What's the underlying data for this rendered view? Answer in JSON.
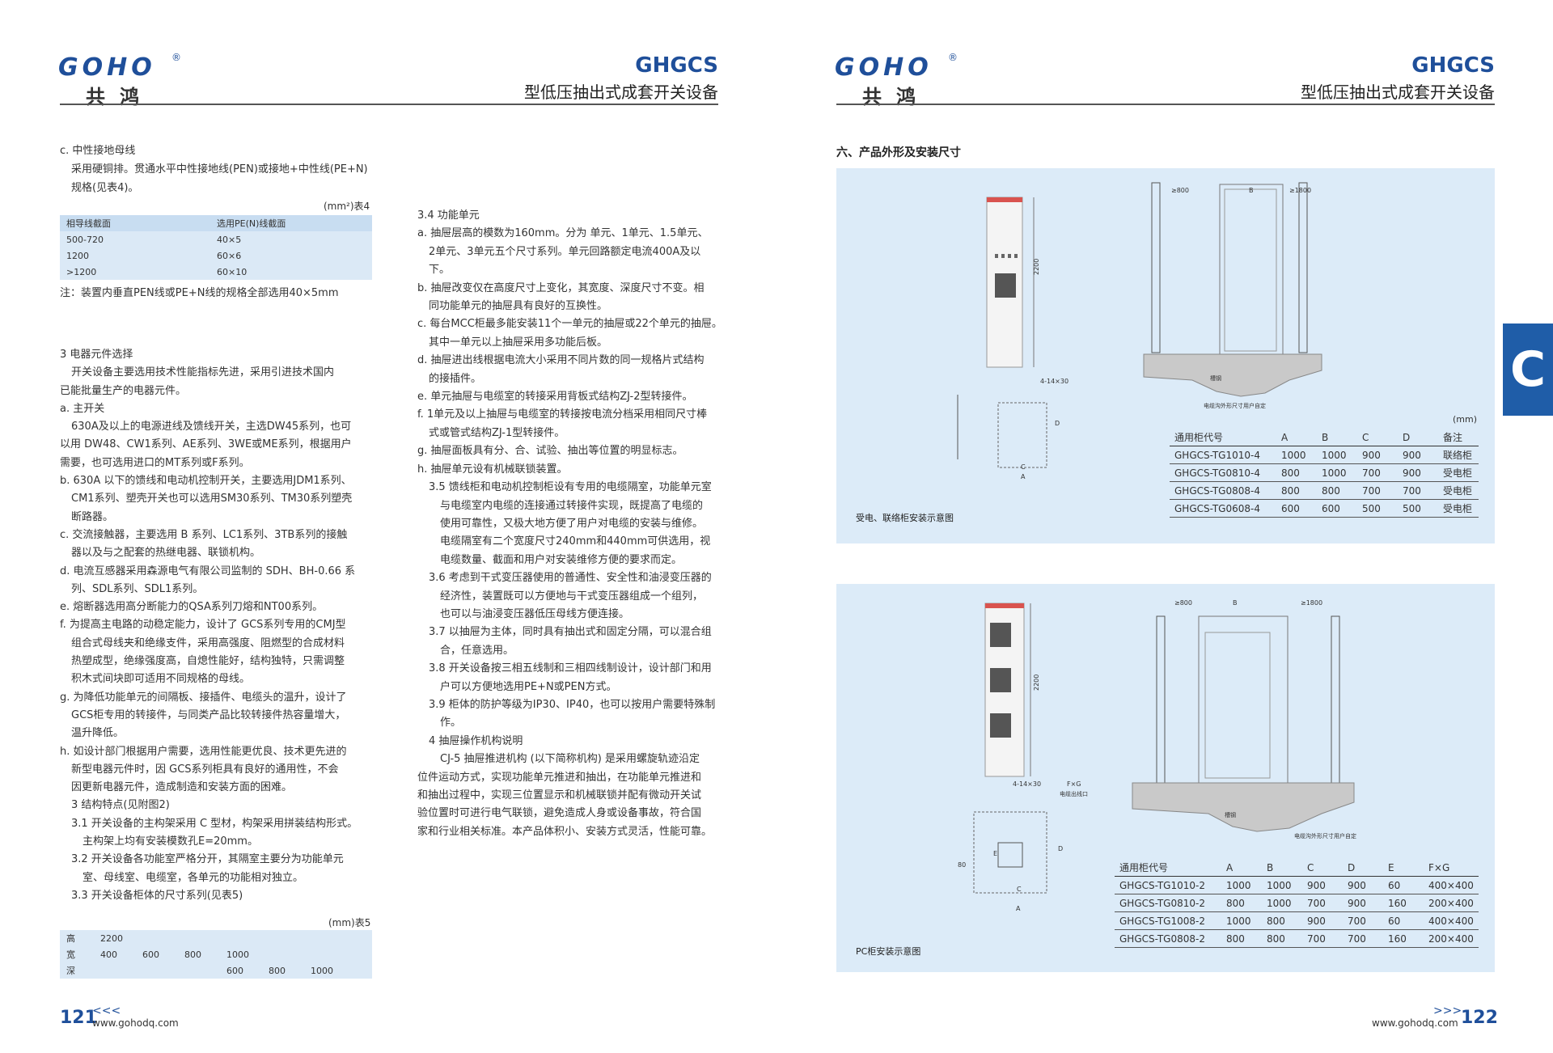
{
  "header_left": {
    "logo": "GOHO",
    "logo_mark": "®",
    "logo_cn": "共鸿",
    "brand": "GHGCS",
    "subtitle": "型低压抽出式成套开关设备"
  },
  "header_right": {
    "logo": "GOHO",
    "logo_mark": "®",
    "logo_cn": "共鸿",
    "brand": "GHGCS",
    "subtitle": "型低压抽出式成套开关设备"
  },
  "left_col": {
    "c_title": "c. 中性接地母线",
    "c_line1": "采用硬铜排。贯通水平中性接地线(PEN)或接地+中性线(PE+N)",
    "c_line2": "规格(见表4)。",
    "table4_unit": "(mm²)表4",
    "table4_header": [
      "相导线截面",
      "选用PE(N)线截面"
    ],
    "table4_rows": [
      [
        "500-720",
        "40×5"
      ],
      [
        "1200",
        "60×6"
      ],
      [
        ">1200",
        "60×10"
      ]
    ],
    "table4_note": "注：装置内垂直PEN线或PE+N线的规格全部选用40×5mm",
    "lines": [
      {
        "cls": "",
        "text": "3 电器元件选择"
      },
      {
        "cls": "ind",
        "text": "开关设备主要选用技术性能指标先进，采用引进技术国内"
      },
      {
        "cls": "",
        "text": "已能批量生产的电器元件。"
      },
      {
        "cls": "",
        "text": "a. 主开关"
      },
      {
        "cls": "ind",
        "text": "630A及以上的电源进线及馈线开关，主选DW45系列，也可"
      },
      {
        "cls": "",
        "text": "以用 DW48、CW1系列、AE系列、3WE或ME系列，根据用户"
      },
      {
        "cls": "",
        "text": "需要，也可选用进口的MT系列或F系列。"
      },
      {
        "cls": "",
        "text": "b. 630A 以下的馈线和电动机控制开关，主要选用JDM1系列、"
      },
      {
        "cls": "ind",
        "text": "CM1系列、塑壳开关也可以选用SM30系列、TM30系列塑壳"
      },
      {
        "cls": "ind",
        "text": "断路器。"
      },
      {
        "cls": "",
        "text": "c. 交流接触器，主要选用 B 系列、LC1系列、3TB系列的接触"
      },
      {
        "cls": "ind",
        "text": "器以及与之配套的热继电器、联锁机构。"
      },
      {
        "cls": "",
        "text": "d. 电流互感器采用森源电气有限公司监制的 SDH、BH-0.66 系"
      },
      {
        "cls": "ind",
        "text": "列、SDL系列、SDL1系列。"
      },
      {
        "cls": "",
        "text": "e. 熔断器选用高分断能力的QSA系列刀熔和NT00系列。"
      },
      {
        "cls": "",
        "text": "f. 为提高主电路的动稳定能力，设计了 GCS系列专用的CMJ型"
      },
      {
        "cls": "ind",
        "text": "组合式母线夹和绝缘支件，采用高强度、阻燃型的合成材料"
      },
      {
        "cls": "ind",
        "text": "热塑成型，绝缘强度高，自熄性能好，结构独特，只需调整"
      },
      {
        "cls": "ind",
        "text": "积木式间块即可适用不同规格的母线。"
      },
      {
        "cls": "",
        "text": "g. 为降低功能单元的间隔板、接插件、电缆头的温升，设计了"
      },
      {
        "cls": "ind",
        "text": "GCS柜专用的转接件，与同类产品比较转接件热容量增大，"
      },
      {
        "cls": "ind",
        "text": "温升降低。"
      },
      {
        "cls": "",
        "text": "h. 如设计部门根据用户需要，选用性能更优良、技术更先进的"
      },
      {
        "cls": "ind",
        "text": "新型电器元件时，因 GCS系列柜具有良好的通用性，不会"
      },
      {
        "cls": "ind",
        "text": "因更新电器元件，造成制造和安装方面的困难。"
      },
      {
        "cls": "ind",
        "text": "3 结构特点(见附图2)"
      },
      {
        "cls": "ind",
        "text": "3.1 开关设备的主构架采用 C 型材，构架采用拼装结构形式。"
      },
      {
        "cls": "ind2",
        "text": "主构架上均有安装模数孔E=20mm。"
      },
      {
        "cls": "ind",
        "text": "3.2 开关设备各功能室严格分开，其隔室主要分为功能单元"
      },
      {
        "cls": "ind2",
        "text": "室、母线室、电缆室，各单元的功能相对独立。"
      },
      {
        "cls": "ind",
        "text": "3.3 开关设备柜体的尺寸系列(见表5)"
      }
    ],
    "table5_unit": "(mm)表5",
    "table5_rows": [
      [
        "高",
        "2200",
        "",
        "",
        "",
        "",
        ""
      ],
      [
        "宽",
        "400",
        "600",
        "800",
        "1000",
        "",
        ""
      ],
      [
        "深",
        "",
        "",
        "",
        "600",
        "800",
        "1000"
      ]
    ]
  },
  "mid_col": {
    "lines": [
      {
        "cls": "",
        "text": "3.4 功能单元"
      },
      {
        "cls": "",
        "text": "a. 抽屉层高的模数为160mm。分为 单元、1单元、1.5单元、"
      },
      {
        "cls": "ind",
        "text": "2单元、3单元五个尺寸系列。单元回路额定电流400A及以"
      },
      {
        "cls": "ind",
        "text": "下。"
      },
      {
        "cls": "",
        "text": "b. 抽屉改变仅在高度尺寸上变化，其宽度、深度尺寸不变。相"
      },
      {
        "cls": "ind",
        "text": "同功能单元的抽屉具有良好的互换性。"
      },
      {
        "cls": "",
        "text": "c. 每台MCC柜最多能安装11个一单元的抽屉或22个单元的抽屉。"
      },
      {
        "cls": "ind",
        "text": "其中一单元以上抽屉采用多功能后板。"
      },
      {
        "cls": "",
        "text": "d. 抽屉进出线根据电流大小采用不同片数的同一规格片式结构"
      },
      {
        "cls": "ind",
        "text": "的接插件。"
      },
      {
        "cls": "",
        "text": "e. 单元抽屉与电缆室的转接采用背板式结构ZJ-2型转接件。"
      },
      {
        "cls": "",
        "text": "f. 1单元及以上抽屉与电缆室的转接按电流分档采用相同尺寸棒"
      },
      {
        "cls": "ind",
        "text": "式或管式结构ZJ-1型转接件。"
      },
      {
        "cls": "",
        "text": "g. 抽屉面板具有分、合、试验、抽出等位置的明显标志。"
      },
      {
        "cls": "",
        "text": "h. 抽屉单元设有机械联锁装置。"
      },
      {
        "cls": "ind",
        "text": "3.5 馈线柜和电动机控制柜设有专用的电缆隔室，功能单元室"
      },
      {
        "cls": "ind2",
        "text": "与电缆室内电缆的连接通过转接件实现，既提高了电缆的"
      },
      {
        "cls": "ind2",
        "text": "使用可靠性，又极大地方便了用户对电缆的安装与维修。"
      },
      {
        "cls": "ind2",
        "text": "电缆隔室有二个宽度尺寸240mm和440mm可供选用，视"
      },
      {
        "cls": "ind2",
        "text": "电缆数量、截面和用户对安装维修方便的要求而定。"
      },
      {
        "cls": "ind",
        "text": "3.6 考虑到干式变压器使用的普通性、安全性和油浸变压器的"
      },
      {
        "cls": "ind2",
        "text": "经济性，装置既可以方便地与干式变压器组成一个组列，"
      },
      {
        "cls": "ind2",
        "text": "也可以与油浸变压器低压母线方便连接。"
      },
      {
        "cls": "ind",
        "text": "3.7 以抽屉为主体，同时具有抽出式和固定分隔，可以混合组"
      },
      {
        "cls": "ind2",
        "text": "合，任意选用。"
      },
      {
        "cls": "ind",
        "text": "3.8 开关设备按三相五线制和三相四线制设计，设计部门和用"
      },
      {
        "cls": "ind2",
        "text": "户可以方便地选用PE+N或PEN方式。"
      },
      {
        "cls": "ind",
        "text": "3.9 柜体的防护等级为IP30、IP40，也可以按用户需要特殊制"
      },
      {
        "cls": "ind2",
        "text": "作。"
      },
      {
        "cls": "ind",
        "text": "4 抽屉操作机构说明"
      },
      {
        "cls": "ind2",
        "text": "CJ-5 抽屉推进机构 (以下简称机构) 是采用螺旋轨迹沿定"
      },
      {
        "cls": "",
        "text": "位件运动方式，实现功能单元推进和抽出，在功能单元推进和"
      },
      {
        "cls": "",
        "text": "和抽出过程中，实现三位置显示和机械联锁并配有微动开关试"
      },
      {
        "cls": "",
        "text": "验位置时可进行电气联锁，避免造成人身或设备事故，符合国"
      },
      {
        "cls": "",
        "text": "家和行业相关标准。本产品体积小、安装方式灵活，性能可靠。"
      }
    ]
  },
  "right_page": {
    "section_title": "六、产品外形及安装尺寸",
    "side_tab": "C",
    "panel1": {
      "caption": "受电、联络柜安装示意图",
      "unit": "(mm)",
      "dim_labels": {
        "height": "2200",
        "b": "B",
        "left": "≥800",
        "right": "≥1800",
        "holes": "4-14×30",
        "a": "A",
        "c": "C",
        "d": "D",
        "steel": "槽钢",
        "note": "电缆沟外形尺寸用户自定"
      },
      "headers": [
        "通用柜代号",
        "A",
        "B",
        "C",
        "D",
        "备注"
      ],
      "rows": [
        [
          "GHGCS-TG1010-4",
          "1000",
          "1000",
          "900",
          "900",
          "联络柜"
        ],
        [
          "GHGCS-TG0810-4",
          "800",
          "1000",
          "700",
          "900",
          "受电柜"
        ],
        [
          "GHGCS-TG0808-4",
          "800",
          "800",
          "700",
          "700",
          "受电柜"
        ],
        [
          "GHGCS-TG0608-4",
          "600",
          "600",
          "500",
          "500",
          "受电柜"
        ]
      ]
    },
    "panel2": {
      "caption": "PC柜安装示意图",
      "dim_labels": {
        "height": "2200",
        "b": "B",
        "left": "≥800",
        "right": "≥1800",
        "holes": "4-14×30",
        "fg": "F×G",
        "hole_label": "电缆出线口",
        "a": "A",
        "c": "C",
        "d": "D",
        "e": "E",
        "steel": "槽钢",
        "note": "电缆沟外形尺寸用户自定",
        "eighty": "80"
      },
      "headers": [
        "通用柜代号",
        "A",
        "B",
        "C",
        "D",
        "E",
        "F×G"
      ],
      "rows": [
        [
          "GHGCS-TG1010-2",
          "1000",
          "1000",
          "900",
          "900",
          "60",
          "400×400"
        ],
        [
          "GHGCS-TG0810-2",
          "800",
          "1000",
          "700",
          "900",
          "160",
          "200×400"
        ],
        [
          "GHGCS-TG1008-2",
          "1000",
          "800",
          "900",
          "700",
          "60",
          "400×400"
        ],
        [
          "GHGCS-TG0808-2",
          "800",
          "800",
          "700",
          "700",
          "160",
          "200×400"
        ]
      ]
    }
  },
  "footer": {
    "left_page": "121",
    "left_arrows": "<<<",
    "left_url": "www.gohodq.com",
    "right_url": "www.gohodq.com",
    "right_arrows": ">>>",
    "right_page": "122"
  }
}
